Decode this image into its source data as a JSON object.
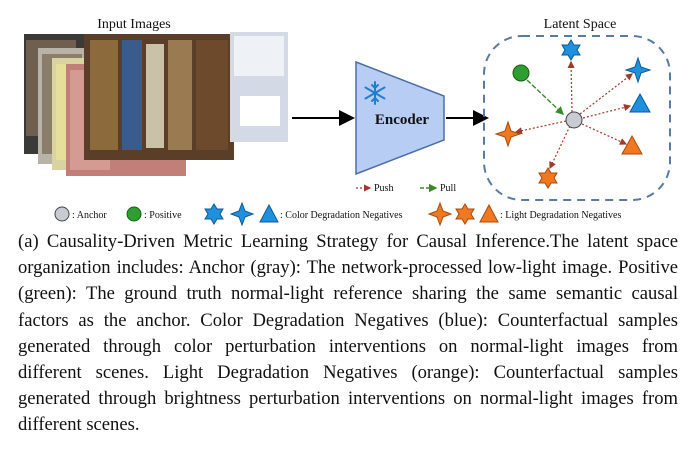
{
  "figure": {
    "input_title": "Input Images",
    "latent_title": "Latent Space",
    "encoder_label": "Encoder",
    "push_label": "Push",
    "pull_label": "Pull",
    "legend": {
      "anchor": ": Anchor",
      "positive": ": Positive",
      "color_negatives": ": Color Degradation Negatives",
      "light_negatives": ": Light Degradation Negatives"
    },
    "icons": {
      "encoder": "snowflake-icon"
    },
    "colors": {
      "anchor": "#c8ccd2",
      "positive": "#2e9e2e",
      "color_negative": "#1e90dd",
      "light_negative": "#f07820",
      "encoder": "#b8cdf3",
      "push_arrow": "#a03a2a",
      "pull_arrow": "#3a8a2a",
      "latent_border": "#5a7aa0"
    }
  },
  "caption": "(a) Causality-Driven Metric Learning Strategy for Causal Inference.The latent space organization includes: Anchor (gray): The network-processed low-light image. Positive (green): The ground truth normal-light reference sharing the same semantic causal factors as the anchor. Color Degradation Negatives (blue): Counterfactual samples generated through color perturbation interventions on normal-light images from different scenes. Light Degradation Negatives (orange): Counterfactual samples generated through brightness perturbation interventions on normal-light images from different scenes."
}
